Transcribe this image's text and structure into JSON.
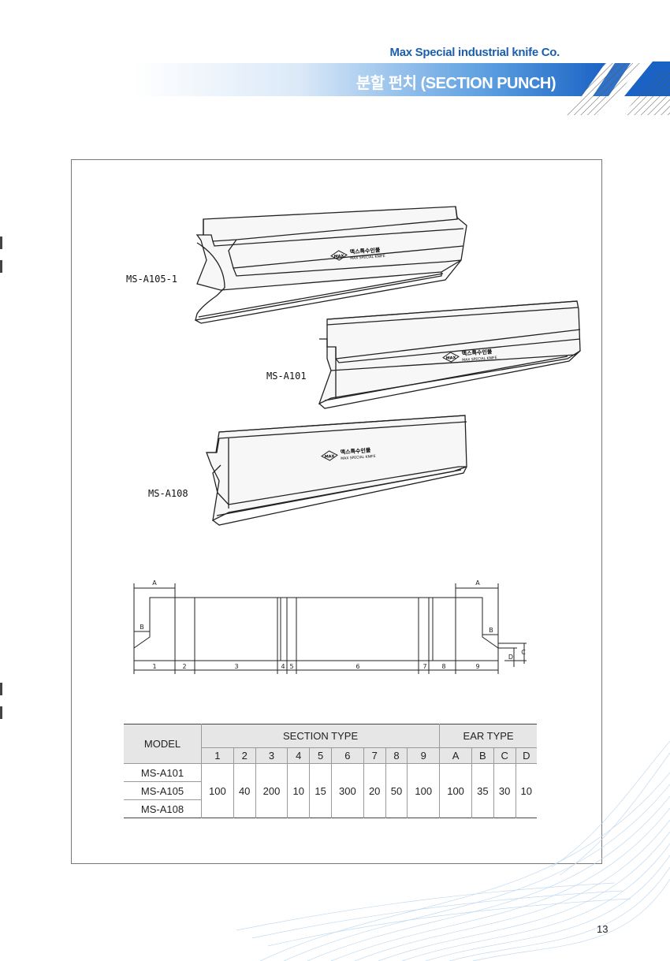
{
  "header": {
    "company": "Max Special industrial knife Co.",
    "title": "분할 펀치 (SECTION PUNCH)",
    "colors": {
      "brand_blue": "#1b5fae",
      "banner_light": "#eaf2fb"
    }
  },
  "products": [
    {
      "model": "MS-A105-1",
      "brand_ko": "맥스특수인물",
      "brand_en": "MAX SPECIAL KNIFE",
      "logo": "MAX"
    },
    {
      "model": "MS-A101",
      "brand_ko": "맥스특수인물",
      "brand_en": "MAX SPECIAL KNIFE",
      "logo": "MAX"
    },
    {
      "model": "MS-A108",
      "brand_ko": "맥스특수인물",
      "brand_en": "MAX SPECIAL KNIFE",
      "logo": "MAX"
    }
  ],
  "diagram": {
    "dimension_letters": [
      "A",
      "B",
      "A",
      "B",
      "C",
      "D"
    ],
    "section_numbers": [
      "1",
      "2",
      "3",
      "4",
      "5",
      "6",
      "7",
      "8",
      "9"
    ]
  },
  "table": {
    "model_header": "MODEL",
    "section_header": "SECTION TYPE",
    "ear_header": "EAR TYPE",
    "section_cols": [
      "1",
      "2",
      "3",
      "4",
      "5",
      "6",
      "7",
      "8",
      "9"
    ],
    "ear_cols": [
      "A",
      "B",
      "C",
      "D"
    ],
    "models": [
      "MS-A101",
      "MS-A105",
      "MS-A108"
    ],
    "values": [
      "100",
      "40",
      "200",
      "10",
      "15",
      "300",
      "20",
      "50",
      "100",
      "100",
      "35",
      "30",
      "10"
    ]
  },
  "page_number": "13"
}
